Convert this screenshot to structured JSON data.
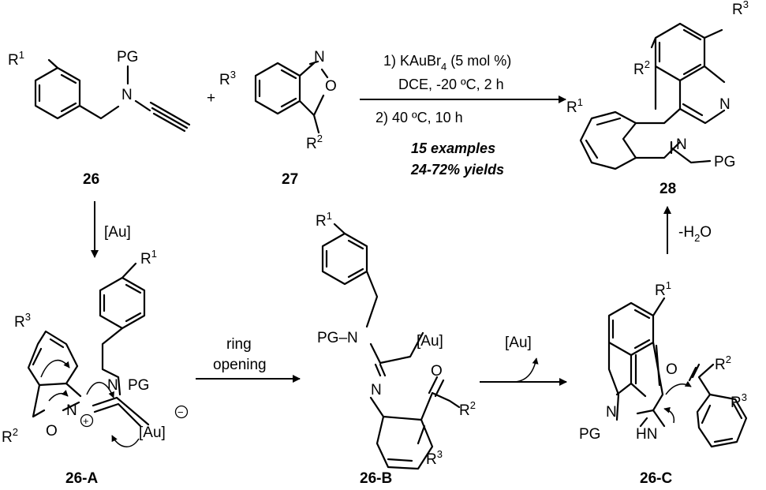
{
  "compounds": {
    "alkyne_26": {
      "id": "26",
      "r_group": "R",
      "r_index": "1",
      "protecting_group": "PG",
      "n_atom": "N"
    },
    "isoxazole_27": {
      "id": "27",
      "r_sub": "R",
      "r_sub_index": "3",
      "r_main": "R",
      "r_main_index": "2",
      "n_atom": "N",
      "o_atom": "O"
    },
    "product_28": {
      "id": "28",
      "r1": "R",
      "r1_index": "1",
      "r2": "R",
      "r2_index": "2",
      "r3": "R",
      "r3_index": "3",
      "n_ring": "N",
      "n_amine": "N",
      "protecting_group": "PG"
    },
    "intermediate_26A": {
      "id": "26-A",
      "r1": "R",
      "r1_index": "1",
      "r2": "R",
      "r2_index": "2",
      "r3": "R",
      "r3_index": "3",
      "n_amine": "N",
      "protecting_group": "PG",
      "n_plus": "N",
      "charge_plus": "+",
      "o_atom": "O",
      "au": "[Au]",
      "charge_minus": "−"
    },
    "intermediate_26B": {
      "id": "26-B",
      "r1": "R",
      "r1_index": "1",
      "r2": "R",
      "r2_index": "2",
      "r3": "R",
      "r3_index": "3",
      "pg_n": "PG–N",
      "au": "[Au]",
      "n_imine": "N",
      "o_atom": "O"
    },
    "intermediate_26C": {
      "id": "26-C",
      "r1": "R",
      "r1_index": "1",
      "r2": "R",
      "r2_index": "2",
      "r3": "R",
      "r3_index": "3",
      "n_ring": "N",
      "protecting_group": "PG",
      "hn": "HN",
      "o_atom": "O"
    }
  },
  "reaction": {
    "plus_sign": "+",
    "condition_1_prefix": "1) KAuBr",
    "condition_1_sub": "4",
    "condition_1_suffix": " (5 mol %)",
    "condition_1_line2": "DCE, -20 ºC, 2 h",
    "condition_2": "2) 40 ºC, 10 h",
    "examples": "15 examples",
    "yields": "24-72% yields"
  },
  "steps": {
    "gold_activation": "[Au]",
    "ring_opening_line1": "ring",
    "ring_opening_line2": "opening",
    "gold_release": "[Au]",
    "dehydration_prefix": "-H",
    "dehydration_sub": "2",
    "dehydration_suffix": "O"
  }
}
